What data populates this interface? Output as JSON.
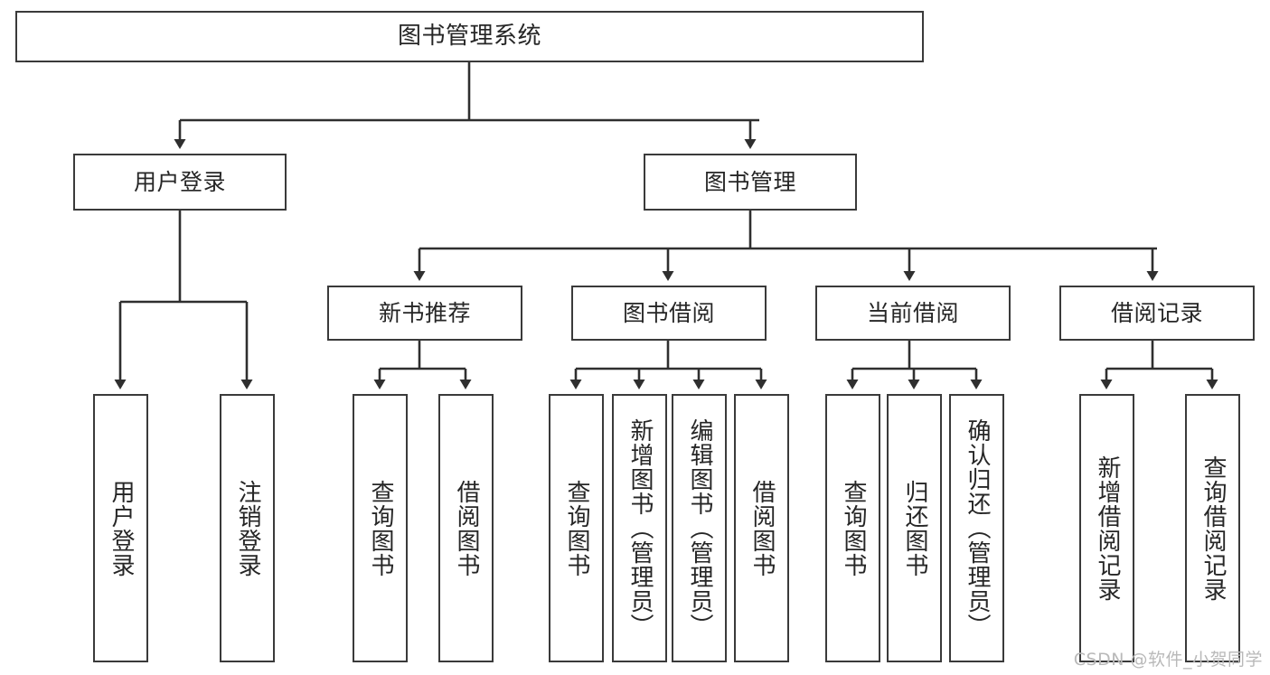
{
  "diagram": {
    "title": "图书管理系统",
    "type": "tree",
    "watermark": "CSDN @软件_小贺同学",
    "colors": {
      "box_border": "#3a3a3a",
      "box_fill": "#ffffff",
      "edge": "#2f2f2f",
      "text": "#262626",
      "watermark": "#b9b9b9",
      "background": "#ffffff"
    },
    "nodes": {
      "root": {
        "label": "图书管理系统"
      },
      "level2": [
        {
          "id": "user-login",
          "label": "用户登录"
        },
        {
          "id": "book-manage",
          "label": "图书管理"
        }
      ],
      "level3": [
        {
          "id": "new-book-recommend",
          "label": "新书推荐"
        },
        {
          "id": "book-borrow",
          "label": "图书借阅"
        },
        {
          "id": "current-borrow",
          "label": "当前借阅"
        },
        {
          "id": "borrow-record",
          "label": "借阅记录"
        }
      ],
      "leaves": {
        "user-login": [
          {
            "id": "leaf-user-login",
            "label": "用户登录"
          },
          {
            "id": "leaf-logout-login",
            "label": "注销登录"
          }
        ],
        "new-book-recommend": [
          {
            "id": "leaf-query-book-1",
            "label": "查询图书"
          },
          {
            "id": "leaf-borrow-book-1",
            "label": "借阅图书"
          }
        ],
        "book-borrow": [
          {
            "id": "leaf-query-book-2",
            "label": "查询图书"
          },
          {
            "id": "leaf-add-book",
            "label": "新增图书（管理员）"
          },
          {
            "id": "leaf-edit-book",
            "label": "编辑图书（管理员）"
          },
          {
            "id": "leaf-borrow-book-2",
            "label": "借阅图书"
          }
        ],
        "current-borrow": [
          {
            "id": "leaf-query-book-3",
            "label": "查询图书"
          },
          {
            "id": "leaf-return-book",
            "label": "归还图书"
          },
          {
            "id": "leaf-confirm-return",
            "label": "确认归还（管理员）"
          }
        ],
        "borrow-record": [
          {
            "id": "leaf-add-record",
            "label": "新增借阅记录"
          },
          {
            "id": "leaf-query-record",
            "label": "查询借阅记录"
          }
        ]
      }
    }
  }
}
